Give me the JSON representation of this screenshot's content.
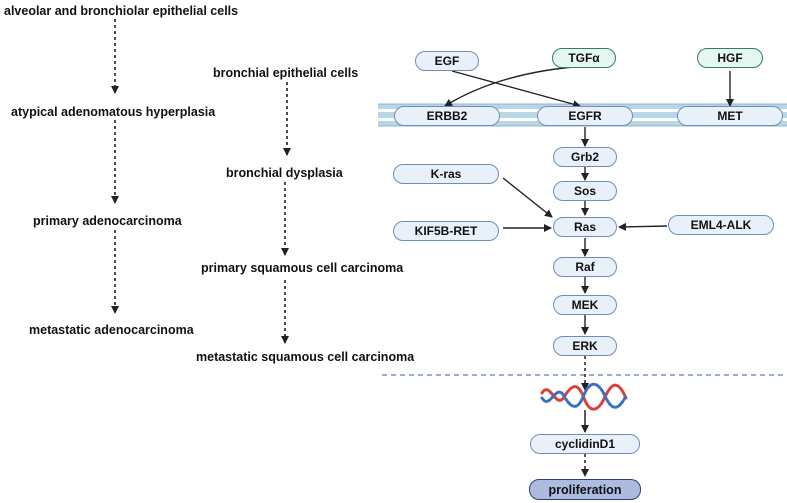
{
  "left_pathway": {
    "steps": [
      "alveolar and bronchiolar epithelial cells",
      "atypical adenomatous hyperplasia",
      "primary adenocarcinoma",
      "metastatic adenocarcinoma"
    ]
  },
  "middle_pathway": {
    "steps": [
      "bronchial epithelial cells",
      "bronchial dysplasia",
      "primary squamous cell carcinoma",
      "metastatic squamous cell carcinoma"
    ]
  },
  "signaling": {
    "ligands": {
      "egf": "EGF",
      "tgfa": "TGFα",
      "hgf": "HGF"
    },
    "receptors": {
      "erbb2": "ERBB2",
      "egfr": "EGFR",
      "met": "MET"
    },
    "cascade": {
      "grb2": "Grb2",
      "sos": "Sos",
      "ras": "Ras",
      "raf": "Raf",
      "mek": "MEK",
      "erk": "ERK",
      "cyclin": "cyclidinD1",
      "proliferation": "proliferation"
    },
    "inputs": {
      "kras": "K-ras",
      "kif5b_ret": "KIF5B-RET",
      "eml4_alk": "EML4-ALK"
    }
  },
  "colors": {
    "node_fill": "#e8f0fa",
    "node_border": "#6e8eb8",
    "ligand_fill": "#e6f6f1",
    "ligand_border": "#2f7d6f",
    "membrane": "#9fc6dc",
    "proliferation_fill": "#aebbe0",
    "dna_red": "#d9423b",
    "dna_blue": "#3a6fc4",
    "divider": "#5b7fb6"
  }
}
